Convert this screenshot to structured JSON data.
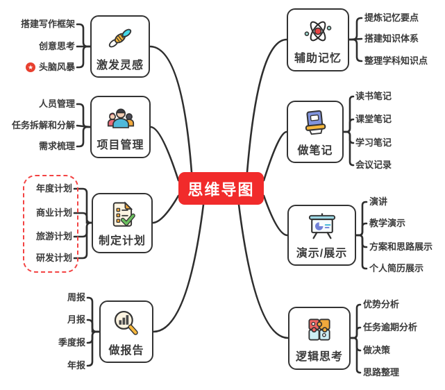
{
  "center": {
    "label": "思维导图"
  },
  "branches": [
    {
      "label": "激发灵感",
      "icon": "dna-icon",
      "children": [
        "搭建写作框架",
        "创意思考",
        "头脑风暴"
      ]
    },
    {
      "label": "项目管理",
      "icon": "team-icon",
      "children": [
        "人员管理",
        "任务拆解和分解",
        "需求梳理"
      ]
    },
    {
      "label": "制定计划",
      "icon": "checklist-icon",
      "children": [
        "年度计划",
        "商业计划",
        "旅游计划",
        "研发计划"
      ]
    },
    {
      "label": "做报告",
      "icon": "report-magnifier-icon",
      "children": [
        "周报",
        "月报",
        "季度报",
        "年报"
      ]
    },
    {
      "label": "辅助记忆",
      "icon": "atom-icon",
      "children": [
        "提炼记忆要点",
        "搭建知识体系",
        "整理学科知识点"
      ]
    },
    {
      "label": "做笔记",
      "icon": "notebook-icon",
      "children": [
        "读书笔记",
        "课堂笔记",
        "学习笔记",
        "会议记录"
      ]
    },
    {
      "label": "演示/展示",
      "icon": "presentation-icon",
      "children": [
        "演讲",
        "教学演示",
        "方案和思路展示",
        "个人简历展示"
      ]
    },
    {
      "label": "逻辑思考",
      "icon": "puzzle-icon",
      "children": [
        "优势分析",
        "任务逾期分析",
        "做决策",
        "思路整理"
      ]
    }
  ],
  "icons": {
    "star_badge": "★"
  },
  "colors": {
    "center_bg": "#f12b2b",
    "line": "#2e2e2e",
    "text": "#3a3a3a",
    "node_border": "#333333",
    "dashed_highlight": "#f34343",
    "star_badge_bg": "#e8402f"
  }
}
